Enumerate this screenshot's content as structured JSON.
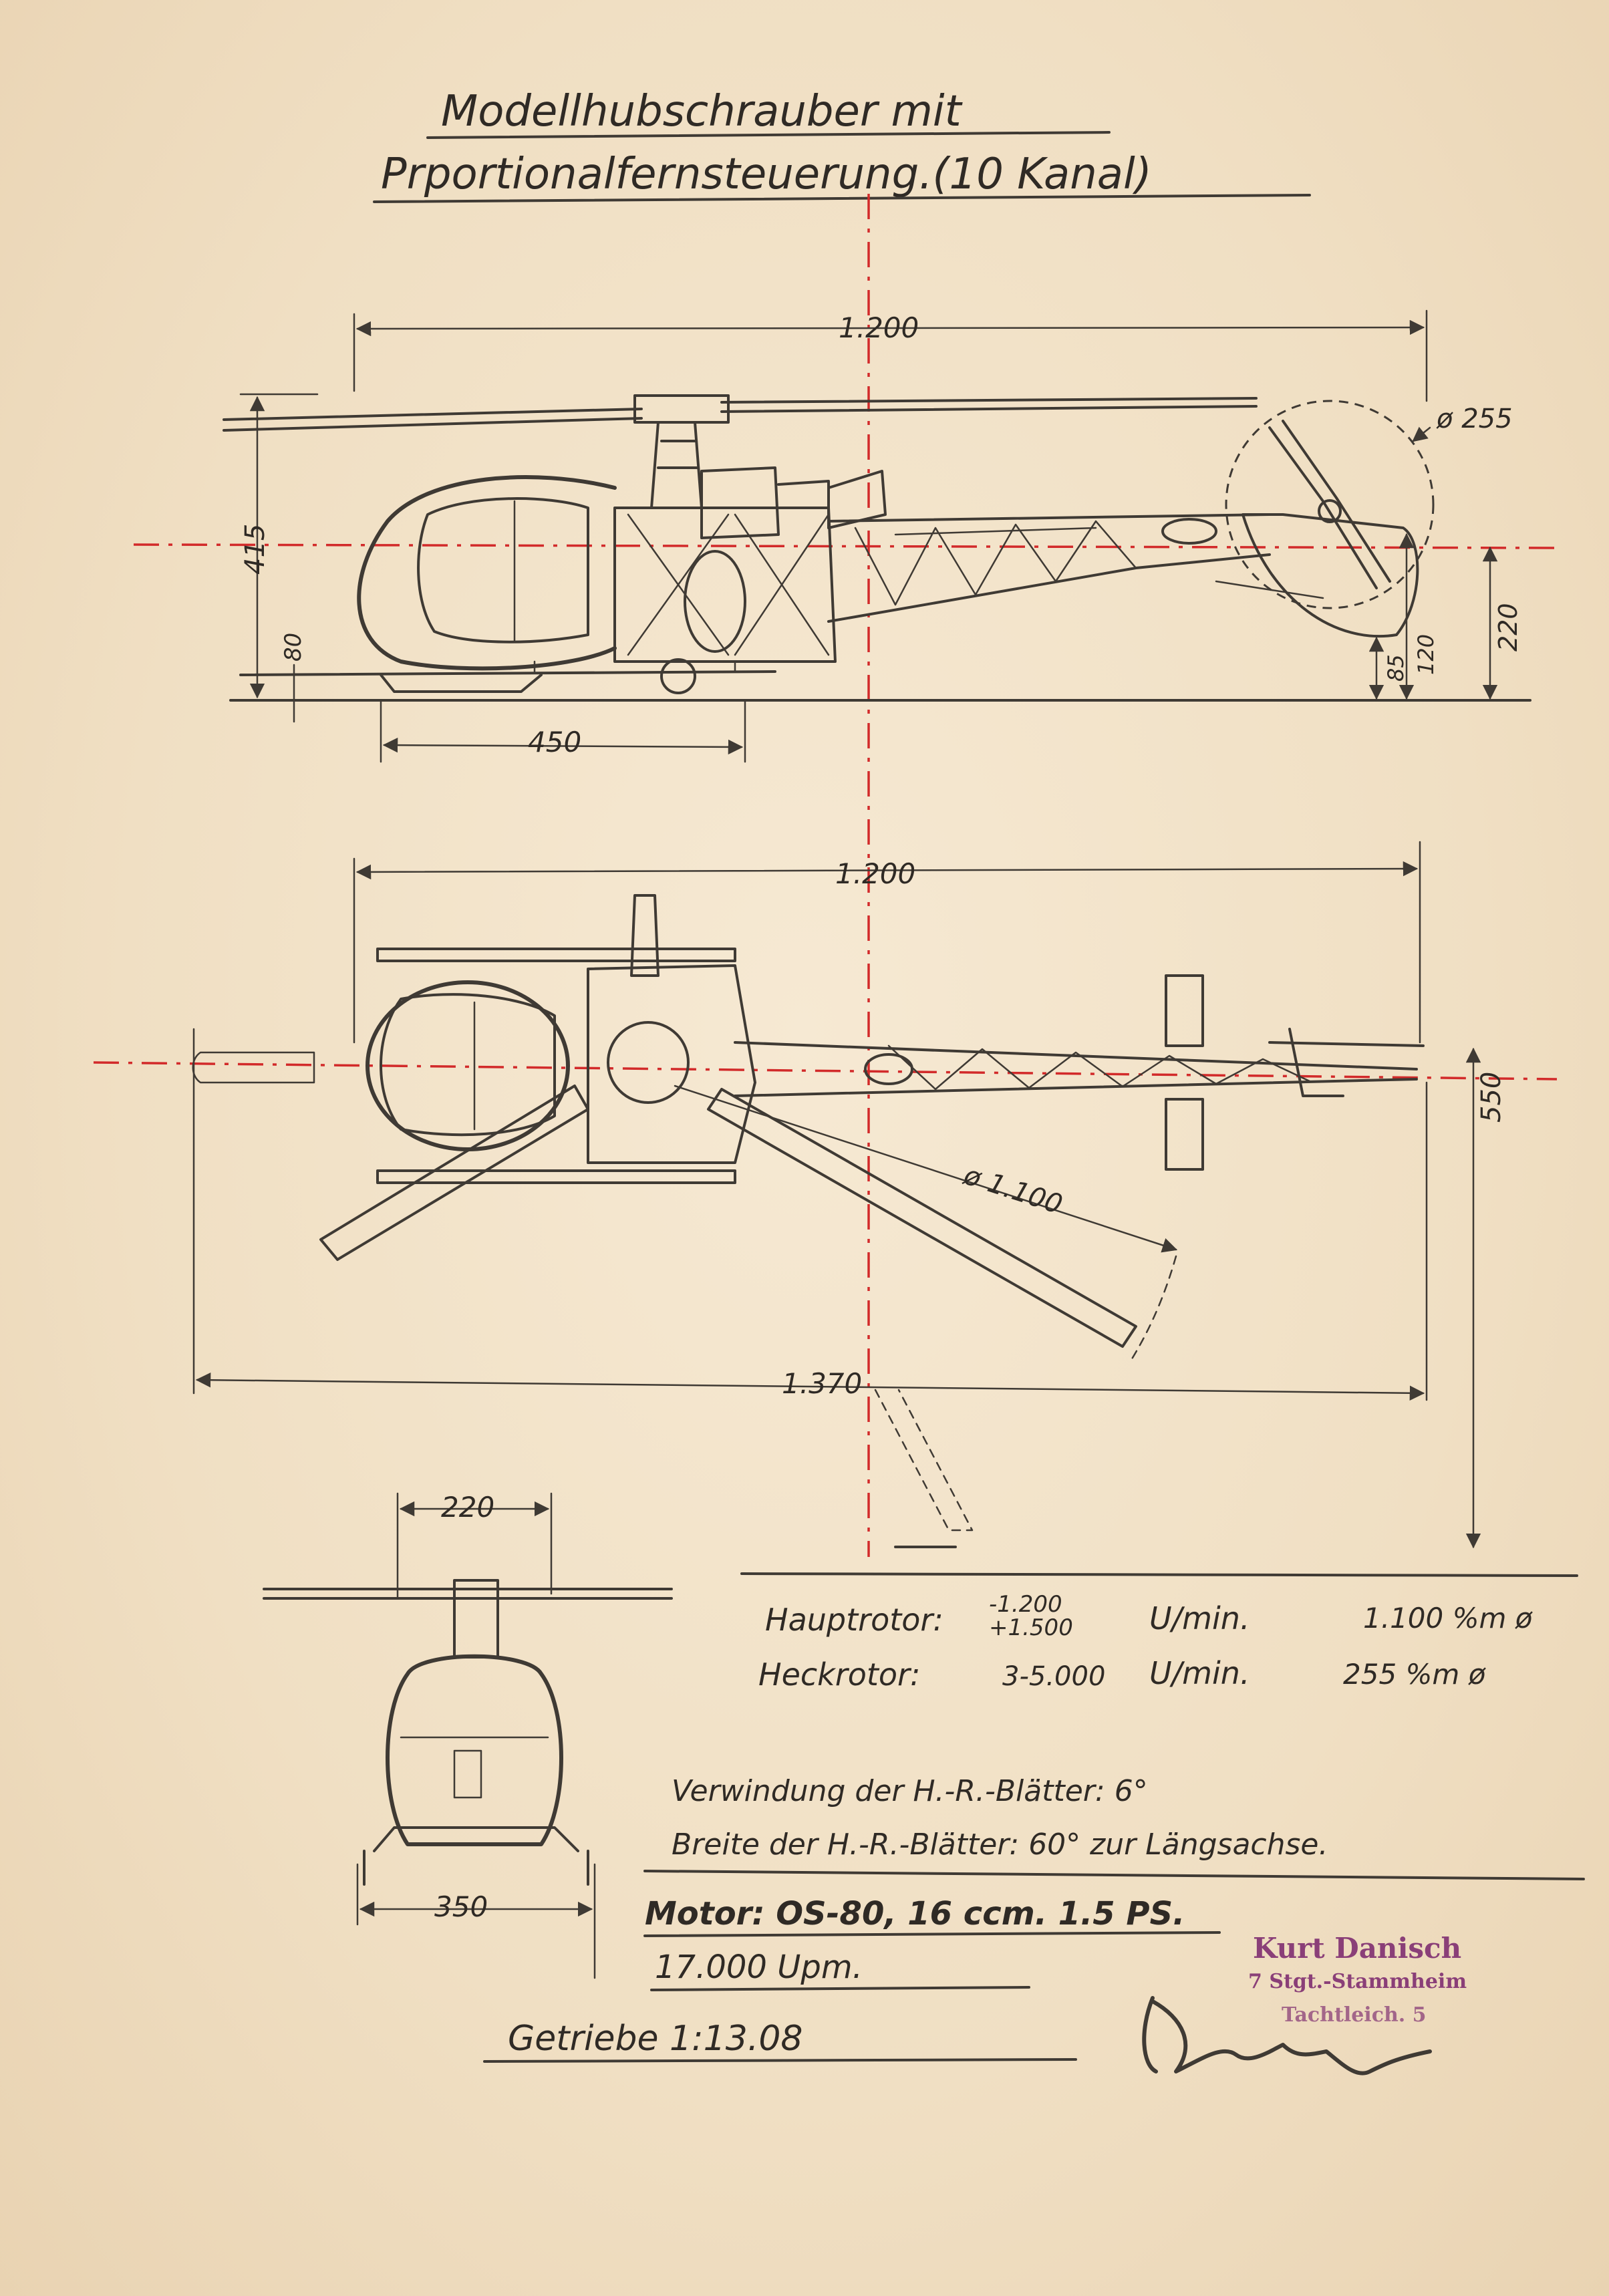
{
  "title": {
    "line1": "Modellhubschrauber mit",
    "line2": "Prportionalfernsteuerung.(10 Kanal)"
  },
  "side_view": {
    "overall_length": "1.200",
    "height": "415",
    "skid_offset": "80",
    "skid_length": "450",
    "tail_rotor_diameter": "ø 255",
    "tail_heights": [
      "220",
      "120",
      "85"
    ]
  },
  "top_view": {
    "overall_length_top": "1.200",
    "main_rotor_diameter": "ø 1.100",
    "total_length": "1.370",
    "width": "550"
  },
  "front_view": {
    "top_width": "220",
    "skid_width": "350"
  },
  "specs": {
    "hauptrotor_label": "Hauptrotor:",
    "hauptrotor_rpm_a": "-1.200",
    "hauptrotor_rpm_b": "+1.500",
    "hauptrotor_unit": "U/min.",
    "hauptrotor_diameter": "1.100 %m ø",
    "heckrotor_label": "Heckrotor:",
    "heckrotor_rpm": "3-5.000",
    "heckrotor_unit": "U/min.",
    "heckrotor_diameter": "255 %m ø",
    "verwindung": "Verwindung der H.-R.-Blätter: 6°",
    "breite": "Breite der H.-R.-Blätter: 60° zur Längsachse.",
    "motor": "Motor: OS-80, 16 ccm. 1.5 PS.",
    "upm": "17.000 Upm.",
    "getriebe": "Getriebe   1:13.08"
  },
  "stamp": {
    "name": "Kurt Danisch",
    "line2": "7 Stgt.-Stammheim",
    "line3": "Tachtleich. 5"
  },
  "colors": {
    "paper": "#f1e2c9",
    "pencil": "#3f3a34",
    "centerline": "#d22a2a",
    "stamp": "#8a3f78"
  }
}
